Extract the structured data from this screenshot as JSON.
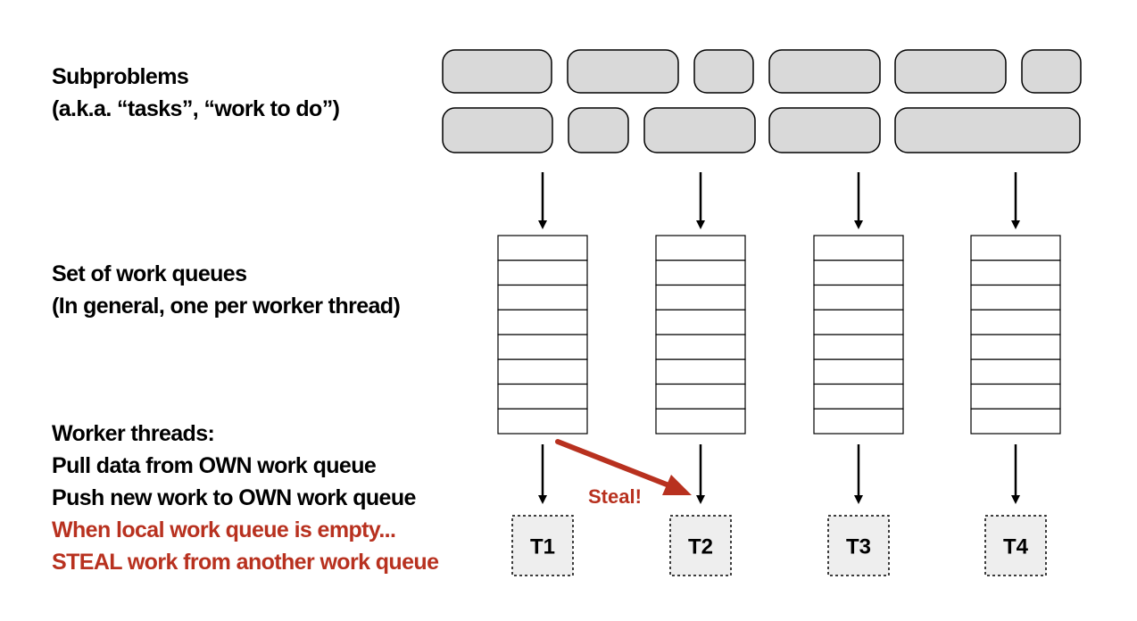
{
  "labels": {
    "subproblems": {
      "line1": "Subproblems",
      "line2": "(a.k.a. “tasks”, “work to do”)"
    },
    "queues": {
      "line1": "Set of work queues",
      "line2": "(In general, one per worker thread)"
    },
    "workers": {
      "line1": "Worker threads:",
      "line2": "Pull data from OWN work queue",
      "line3": "Push new work to OWN work queue",
      "line4": "When local work queue is empty...",
      "line5": "STEAL work from another work queue"
    }
  },
  "diagram": {
    "queue_count": 4,
    "queue_slots": 8,
    "threads": [
      "T1",
      "T2",
      "T3",
      "T4"
    ],
    "steal_label": "Steal!"
  },
  "colors": {
    "task_fill": "#d9d9d9",
    "accent_red": "#b8311f",
    "thread_fill": "#eeeeee",
    "stroke": "#000000"
  }
}
